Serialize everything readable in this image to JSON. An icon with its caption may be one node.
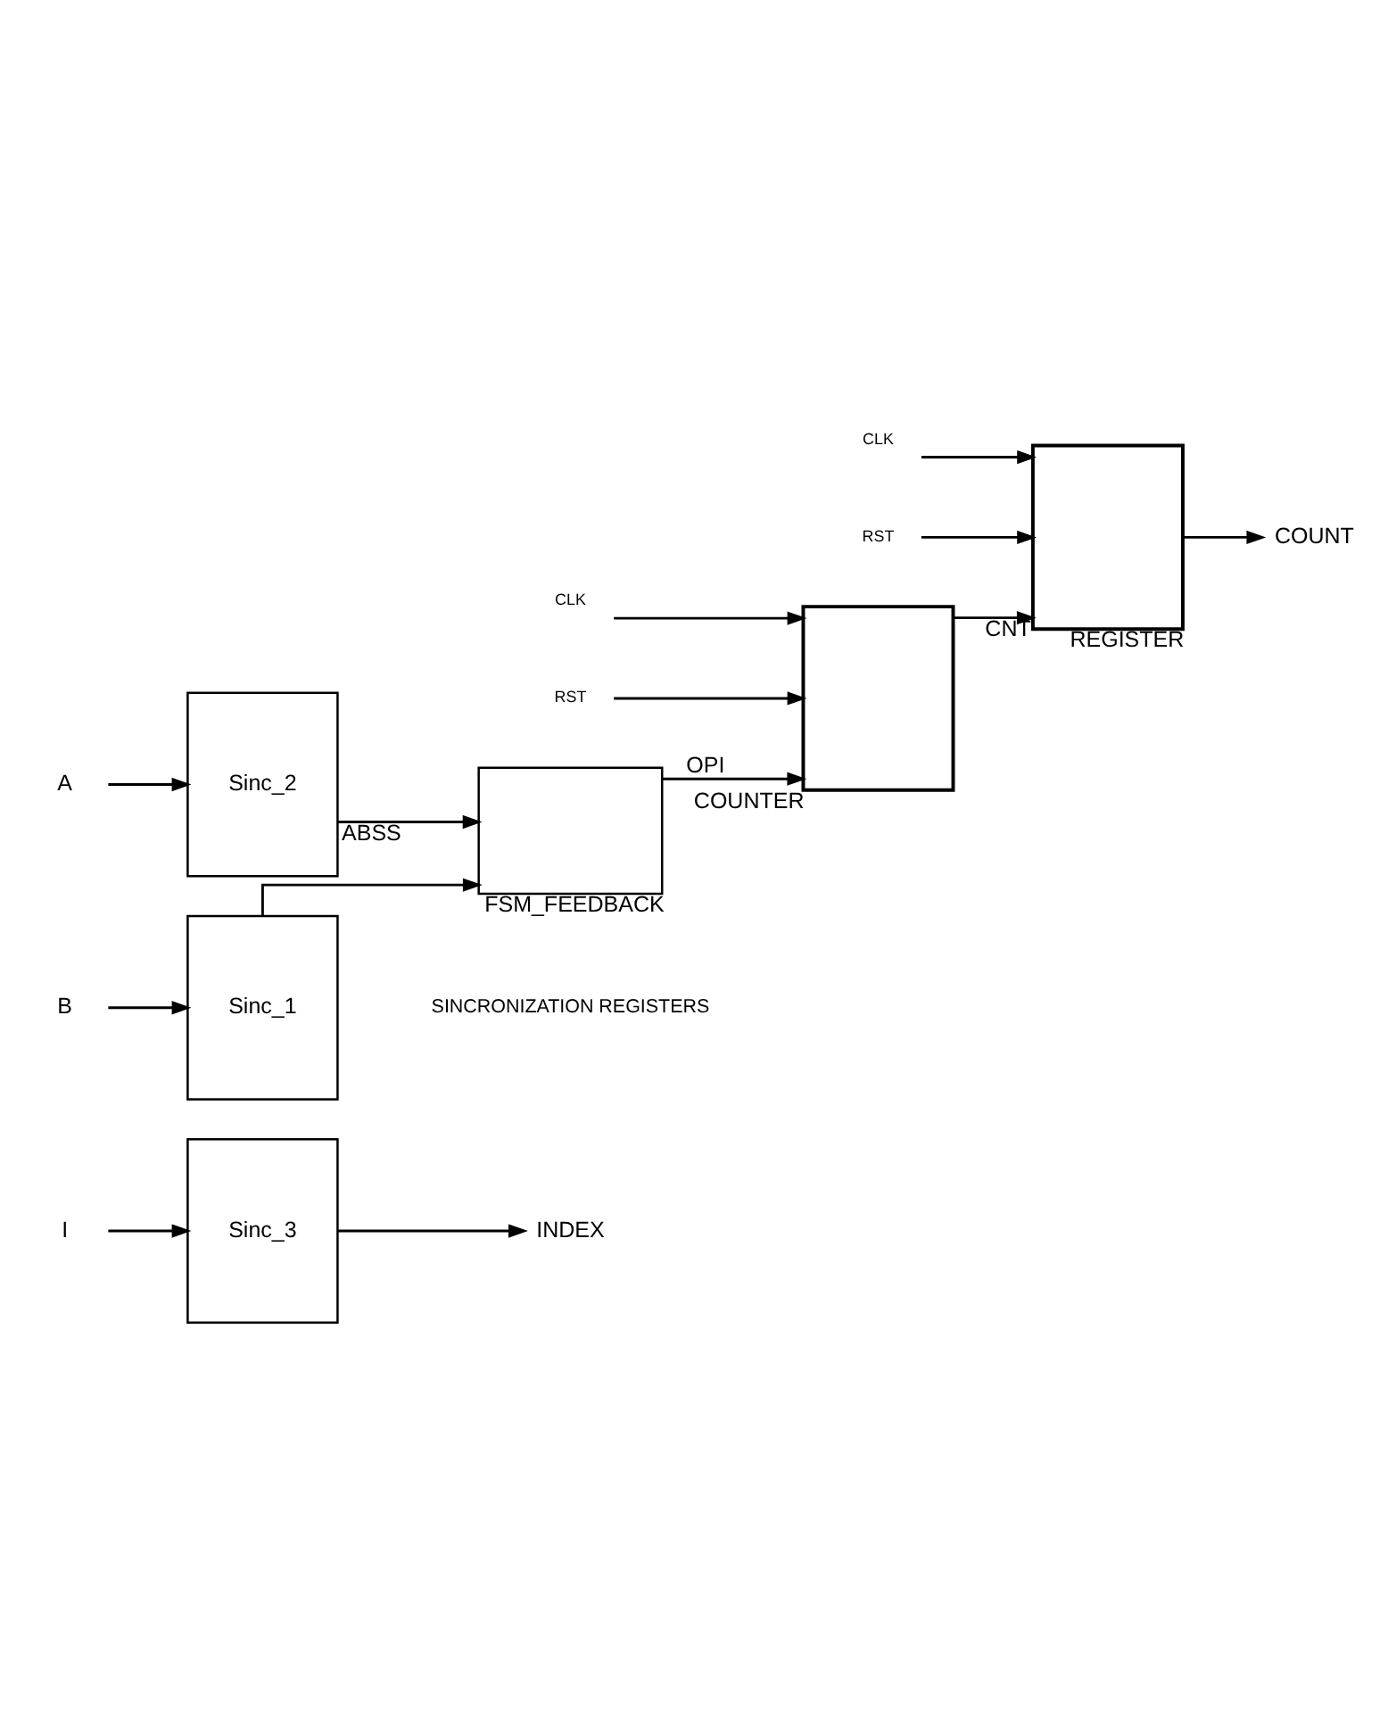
{
  "diagram": {
    "nodes": [
      {
        "text": [
          "INDEX"
        ]
      },
      {
        "text": [
          "REGISTER"
        ]
      },
      {
        "text": [
          "CLK"
        ]
      },
      {
        "text": [
          "RST"
        ]
      },
      {
        "text": [
          "COUNT"
        ]
      },
      {
        "text": [
          "I"
        ]
      },
      {
        "text": [
          "Sinc_3"
        ]
      },
      {
        "text": [
          "COUNTER"
        ]
      },
      {
        "text": [
          "CLK"
        ]
      },
      {
        "text": [
          "RST"
        ]
      },
      {
        "text": [
          "A"
        ]
      },
      {
        "text": [
          "Sinc_2"
        ]
      },
      {
        "text": [
          "FSM_FEEDBACK"
        ]
      },
      {
        "text": [
          "B"
        ]
      },
      {
        "text": [
          "Sinc_1"
        ]
      }
    ],
    "edges": [
      {
        "from": 5,
        "to": 6,
        "arrow": "to"
      },
      {
        "from": 10,
        "to": 11,
        "arrow": "to"
      },
      {
        "from": 13,
        "to": 14,
        "arrow": "to"
      },
      {
        "from": 6,
        "to": 0,
        "arrow": "to"
      },
      {
        "from": 11,
        "to": 12,
        "arrow": "to",
        "label": "ABSS"
      },
      {
        "from": 14,
        "to": 12,
        "arrow": "to"
      },
      {
        "from": 12,
        "to": 7,
        "arrow": "to",
        "label": "OPI"
      },
      {
        "from": 8,
        "to": 7,
        "arrow": "to"
      },
      {
        "from": 9,
        "to": 7,
        "arrow": "to"
      },
      {
        "from": 7,
        "to": 1,
        "arrow": "to",
        "label": "CNT"
      },
      {
        "from": 2,
        "to": 1,
        "arrow": "to"
      },
      {
        "from": 3,
        "to": 1,
        "arrow": "to"
      },
      {
        "from": 1,
        "to": 4,
        "arrow": "to"
      }
    ],
    "labels": [
      "SINCRONIZATION REGISTERS"
    ]
  }
}
